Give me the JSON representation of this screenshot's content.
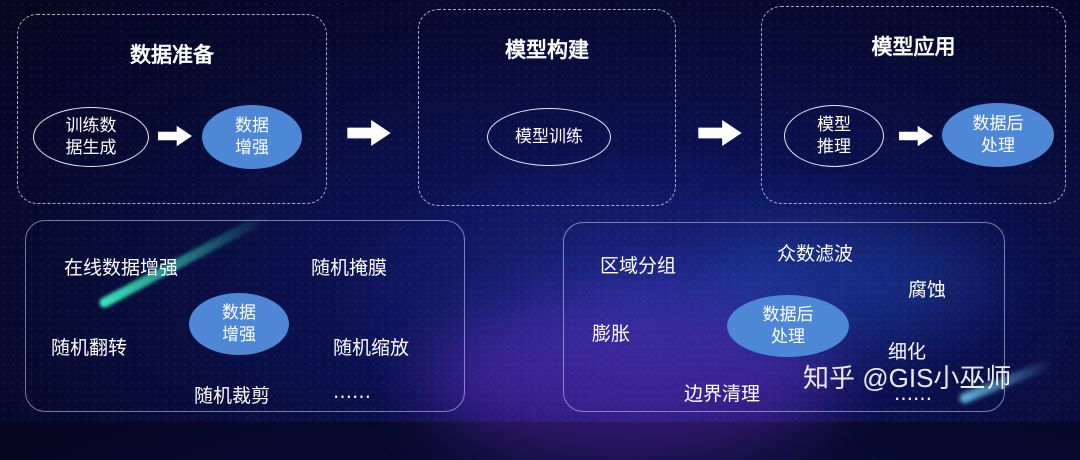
{
  "stages": [
    {
      "title": "数据准备",
      "nodes": [
        {
          "label": "训练数\n据生成",
          "style": "outline"
        },
        {
          "label": "数据\n增强",
          "style": "fill"
        }
      ]
    },
    {
      "title": "模型构建",
      "nodes": [
        {
          "label": "模型训练",
          "style": "outline"
        }
      ]
    },
    {
      "title": "模型应用",
      "nodes": [
        {
          "label": "模型\n推理",
          "style": "outline"
        },
        {
          "label": "数据后\n处理",
          "style": "fill"
        }
      ]
    }
  ],
  "augmentation": {
    "center": "数据\n增强",
    "items": [
      "在线数据增强",
      "随机掩膜",
      "随机翻转",
      "随机缩放",
      "随机裁剪",
      "……"
    ]
  },
  "postprocess": {
    "center": "数据后\n处理",
    "items": [
      "区域分组",
      "众数滤波",
      "腐蚀",
      "膨胀",
      "细化",
      "边界清理",
      "……"
    ]
  },
  "watermark": "知乎 @GIS小巫师",
  "colors": {
    "node_fill": "#4e87d6",
    "background": "#0c1150",
    "border": "#e1e6ff"
  }
}
